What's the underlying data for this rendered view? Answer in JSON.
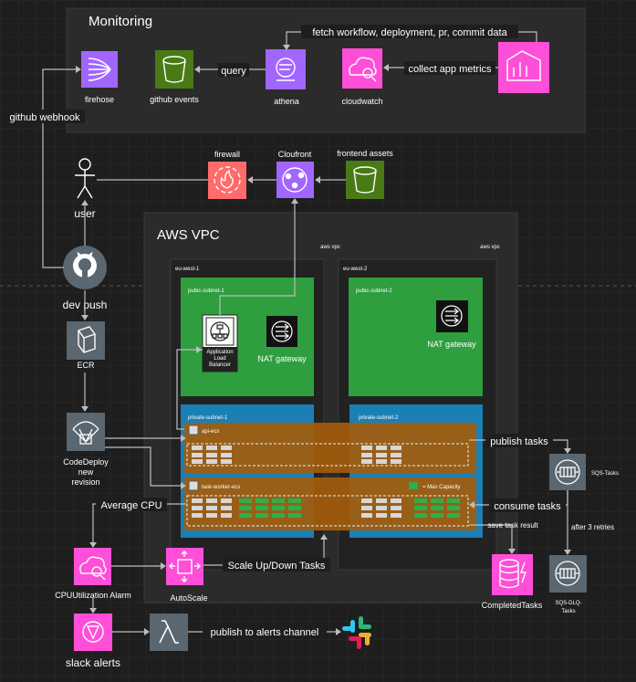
{
  "groups": {
    "monitoring": "Monitoring",
    "aws_vpc": "AWS VPC",
    "aws_vpc_tag_left": "aws vpc",
    "aws_vpc_tag_right": "aws vpc",
    "region_west1": "eu-west-1",
    "region_west2": "eu-west-2",
    "public_subnet_1": "pubic-subnet-1",
    "public_subnet_2": "pubic-subnet-2",
    "private_subnet_1": "private-subnet-1",
    "private_subnet_2": "private-subnet-2",
    "api_ecs": "api-ecs",
    "task_worker_ecs": "task-worker-ecs",
    "max_capacity": "= Max Capacity"
  },
  "nodes": {
    "firehose": "firehose",
    "github_events": "github events",
    "athena": "athena",
    "cloudwatch": "cloudwatch",
    "firewall": "firewall",
    "cloudfront": "Cloufront",
    "frontend_assets": "frontend assets",
    "user": "user",
    "dev_push": "dev push",
    "ecr": "ECR",
    "codedeploy": [
      "CodeDeploy",
      "new",
      "revision"
    ],
    "alb": [
      "Application",
      "Load",
      "Balancer"
    ],
    "nat_gateway_1": "NAT gateway",
    "nat_gateway_2": "NAT gateway",
    "sqs_tasks": "SQS-Tasks",
    "sqs_dlq": [
      "SQS-DLQ-",
      "Tasks"
    ],
    "completed_tasks": "CompletedTasks",
    "cpu_alarm": "CPUUtilization Alarm",
    "autoscale": "AutoScale",
    "slack_alerts": "slack alerts"
  },
  "edges": {
    "fetch_data": "fetch workflow, deployment, pr, commit data",
    "collect_metrics": "collect app metrics",
    "query": "query",
    "github_webhook": "github webhook",
    "publish_tasks": "publish tasks",
    "consume_tasks": "consume tasks",
    "save_task_result": "save task result",
    "after_retries": "after 3 retries",
    "average_cpu": "Average CPU",
    "scale_tasks": "Scale Up/Down Tasks",
    "publish_alerts": "publish to alerts channel"
  },
  "colors": {
    "purple": "#a166ff",
    "pink": "#ff4fd8",
    "green": "#4a7a16",
    "red": "#ff6b6b",
    "gray": "#5a6670",
    "subnet_green": "#2e9e3e",
    "subnet_blue": "#1b7fb5",
    "ecs_orange": "#a35c0c"
  }
}
